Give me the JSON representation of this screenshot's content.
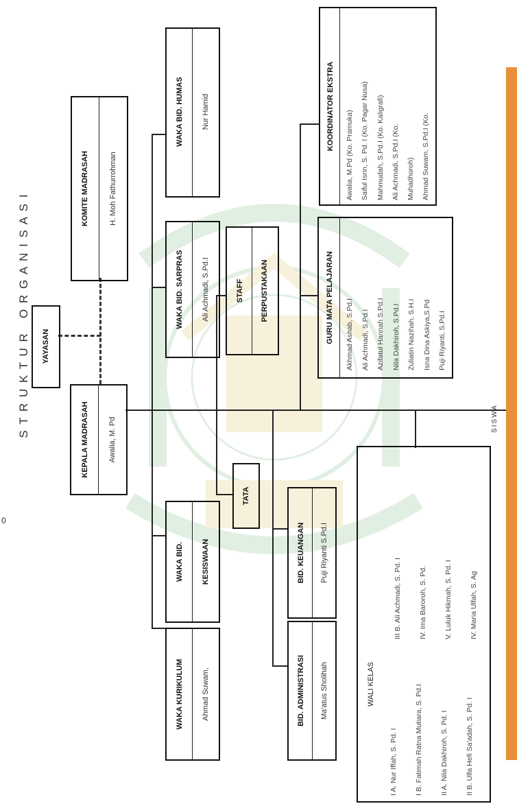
{
  "page_title": "S T R U K T U R   O R G A N I S A S I",
  "side_number": "0",
  "nodes": {
    "kepala": {
      "title": "KEPALA MADRASAH",
      "name": "Awalia, M. Pd"
    },
    "yayasan": {
      "title": "YAYASAN"
    },
    "komite": {
      "title": "KOMITE MADRASAH",
      "name": "H. Moh Fathurrohman"
    },
    "waka_humas": {
      "title": "WAKA BID. HUMAS",
      "name": "Nur Hamid"
    },
    "waka_sarpras": {
      "title": "WAKA BID. SARPRAS",
      "name": "Ali Achmadi, S.Pd.I"
    },
    "staff": {
      "title": "STAFF",
      "subtitle": "PERPUSTAKAAN"
    },
    "waka_kesiswaan": {
      "title": "WAKA BID.",
      "subtitle": "KESISWAAN"
    },
    "tata": {
      "title": "TATA"
    },
    "keuangan": {
      "title": "BID. KEUANGAN",
      "name": "Puji Riyanti S.Pd.I"
    },
    "administrasi": {
      "title": "BID. ADMINISTRASI",
      "name": "Ma'atus Sholihah"
    },
    "kurikulum": {
      "title": "WAKA KURIKULUM",
      "name": "Ahmad Suwam,"
    },
    "guru": {
      "title": "GURU MATA PELAJARAN",
      "items": [
        "Akhmad Ashab, S.Pd.I",
        "Ali Achmadi, S.Pd.I",
        "Azifatul Hannah S.Pd.I",
        "Nila Dakhiroh, S.Pd.I",
        "Zuliatin Nazihah, S.H.I",
        "Isna Dina Askiya,S.Pd",
        "Puji Riyanti, S.Pd.I"
      ]
    },
    "koordinator": {
      "title": "KOORDINATOR EKSTRA",
      "items": [
        "Awalia, M.Pd  (Ko. Pramuka)",
        "Saiful Isrin, S. Pd. I (Ko. Pagar Nusa)",
        "Mahmudah, S.Pd.I (Ko. Kaligrafi)",
        "Ali Achmadi, S.Pd.I  (Ko.",
        "Muhadhoroh)",
        "Ahmad Suwam, S.Pd.I  (Ko."
      ]
    },
    "wali": {
      "title": "WALI KELAS",
      "col1": [
        "I A.  Nur Iffah, S. Pd. I",
        "I B.  Fatimah Ratna Mutiara, S. Pd.I",
        "II A.  Nila Dakhiroh, S. Pd. I",
        "II B.  Ulfa Hefi Sa'adah, S. Pd. I"
      ],
      "col2": [
        "III B. Ali Achmadi, S. Pd. I",
        "IV.  Ima Baroroh, S. Pd.",
        "V.  Luluk Hikmah, S. Pd. I",
        "IV.  Maria Ulfah, S. Ag"
      ]
    },
    "siswa": {
      "title": "SISWA"
    }
  },
  "colors": {
    "siswa_bar": "#e8913a",
    "watermark": "#5aa866",
    "watermark_gold": "#d6b03c"
  }
}
